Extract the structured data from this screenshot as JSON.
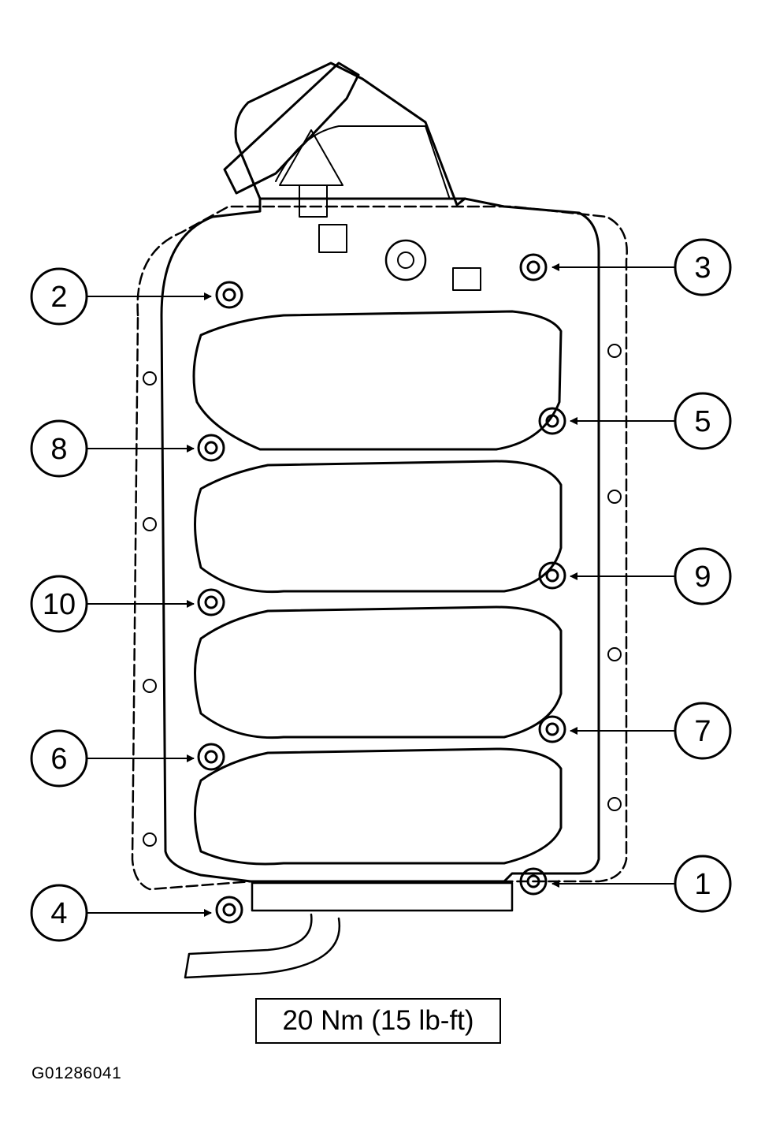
{
  "callouts": [
    {
      "number": "1"
    },
    {
      "number": "2"
    },
    {
      "number": "3"
    },
    {
      "number": "4"
    },
    {
      "number": "5"
    },
    {
      "number": "6"
    },
    {
      "number": "7"
    },
    {
      "number": "8"
    },
    {
      "number": "9"
    },
    {
      "number": "10"
    }
  ],
  "torque_spec": "20 Nm (15 lb-ft)",
  "figure_id": "G01286041"
}
